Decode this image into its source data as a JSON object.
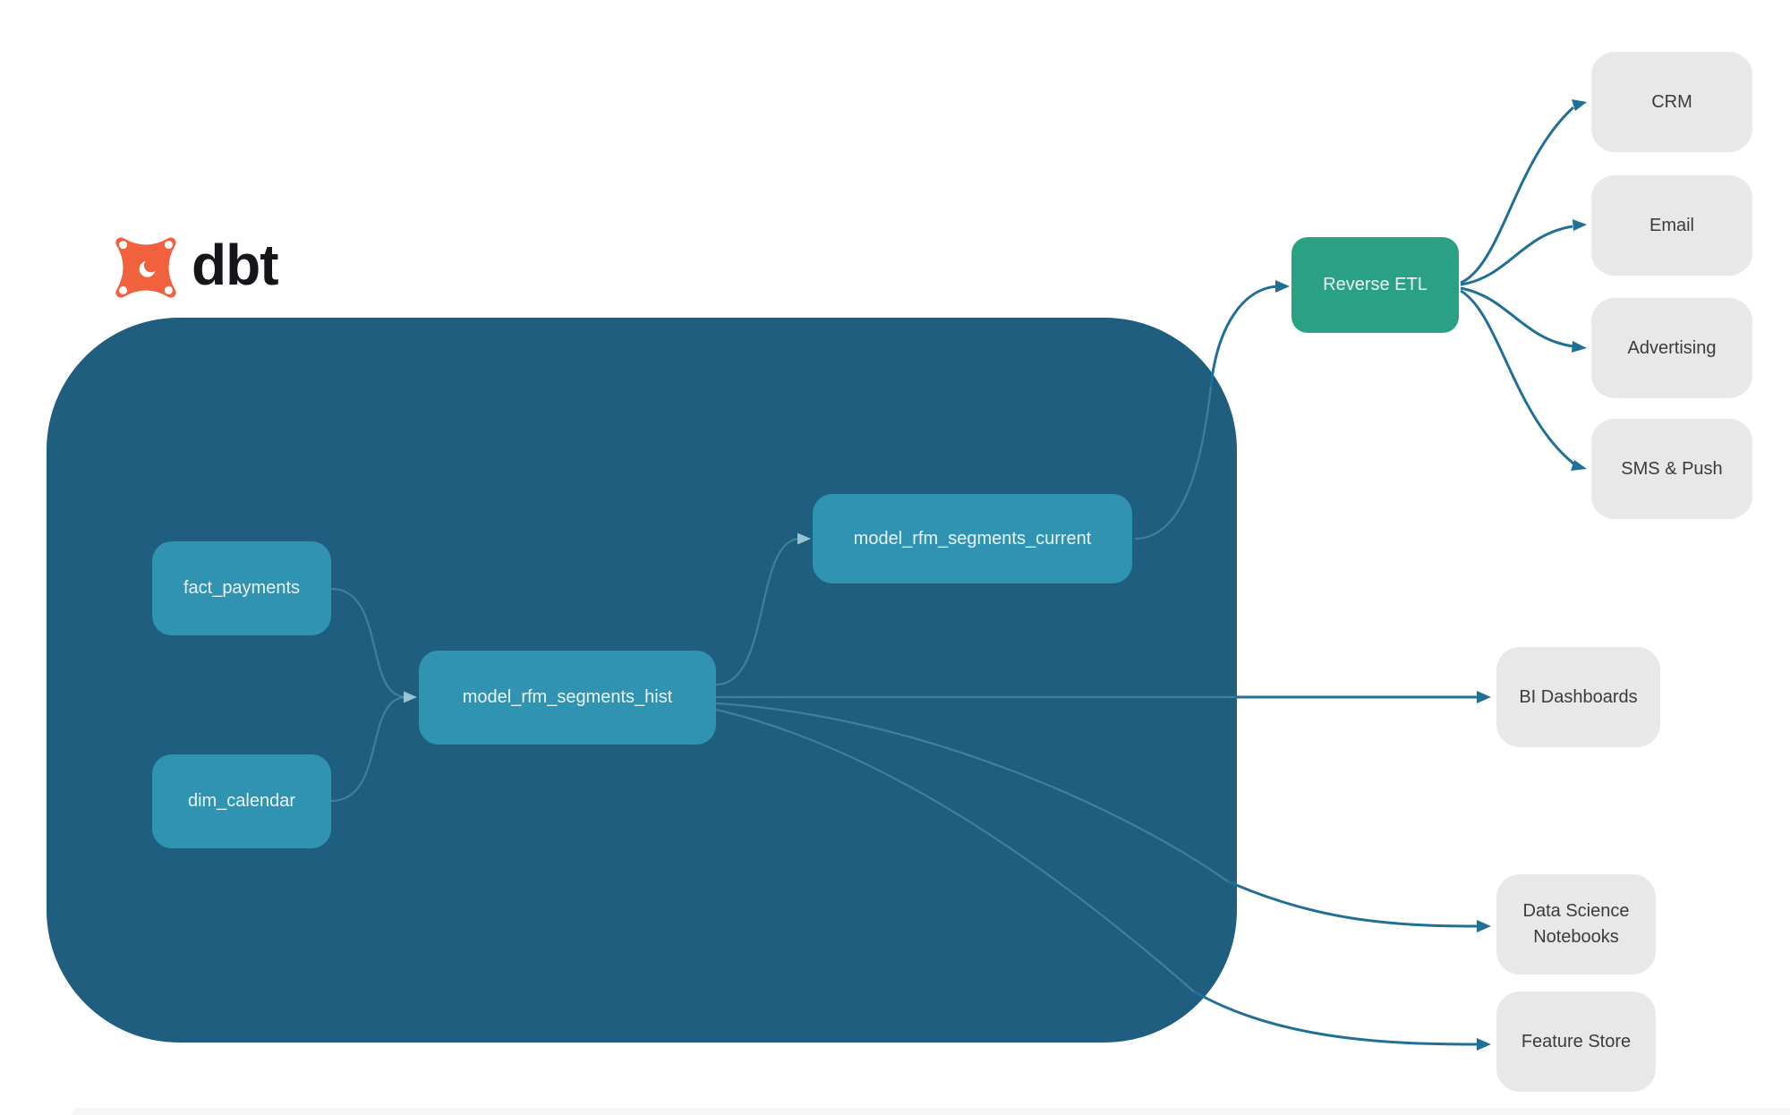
{
  "brand": {
    "name": "dbt"
  },
  "warehouse": {
    "description": "dbt transformation container",
    "nodes": {
      "fact_payments": {
        "label": "fact_payments"
      },
      "dim_calendar": {
        "label": "dim_calendar"
      },
      "model_rfm_segments_hist": {
        "label": "model_rfm_segments_hist"
      },
      "model_rfm_segments_current": {
        "label": "model_rfm_segments_current"
      }
    }
  },
  "activation": {
    "reverse_etl": {
      "label": "Reverse ETL"
    }
  },
  "destinations": {
    "crm": {
      "label": "CRM"
    },
    "email": {
      "label": "Email"
    },
    "advertising": {
      "label": "Advertising"
    },
    "sms_push": {
      "label": "SMS & Push"
    },
    "bi_dashboards": {
      "label": "BI Dashboards"
    },
    "data_science_notebooks": {
      "label": "Data Science Notebooks"
    },
    "feature_store": {
      "label": "Feature Store"
    }
  },
  "edges": [
    {
      "from": "fact_payments",
      "to": "model_rfm_segments_hist"
    },
    {
      "from": "dim_calendar",
      "to": "model_rfm_segments_hist"
    },
    {
      "from": "model_rfm_segments_hist",
      "to": "model_rfm_segments_current"
    },
    {
      "from": "model_rfm_segments_current",
      "to": "reverse_etl"
    },
    {
      "from": "reverse_etl",
      "to": "crm"
    },
    {
      "from": "reverse_etl",
      "to": "email"
    },
    {
      "from": "reverse_etl",
      "to": "advertising"
    },
    {
      "from": "reverse_etl",
      "to": "sms_push"
    },
    {
      "from": "model_rfm_segments_hist",
      "to": "bi_dashboards"
    },
    {
      "from": "model_rfm_segments_hist",
      "to": "data_science_notebooks"
    },
    {
      "from": "model_rfm_segments_hist",
      "to": "feature_store"
    }
  ],
  "colors": {
    "warehouse_bg": "#1f5e7e",
    "model_node": "#3093b2",
    "reverse_etl": "#2aa185",
    "destination_bg": "#e8e8e8",
    "destination_text": "#3b3b3b",
    "arrow": "#1f6f96",
    "logo_orange": "#f2613e",
    "logo_text": "#16161a"
  }
}
